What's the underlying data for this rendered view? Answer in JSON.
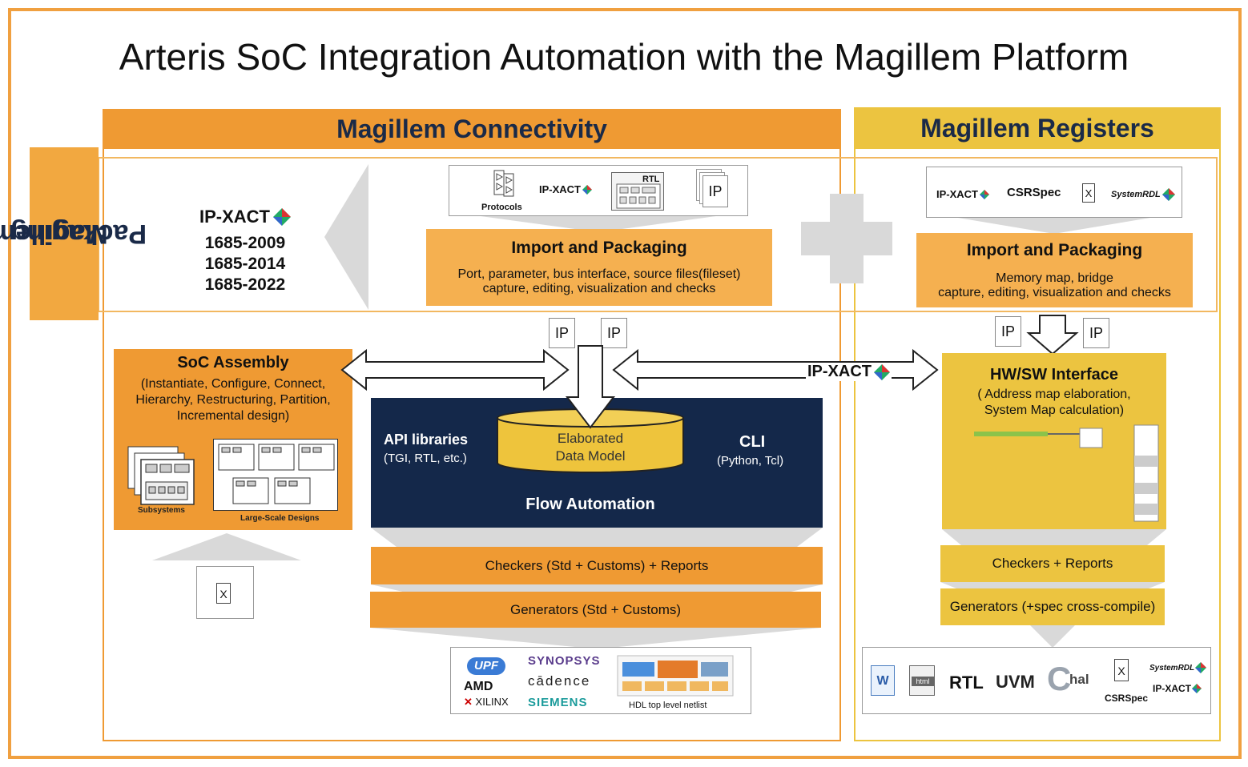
{
  "title": "Arteris SoC Integration Automation with the Magillem Platform",
  "connectivity": {
    "header": "Magillem Connectivity"
  },
  "registers": {
    "header": "Magillem Registers"
  },
  "packaging": {
    "line1": "Magillem",
    "line2": "Packaging"
  },
  "ipxact_std": {
    "logo": "IP-XACT",
    "v1": "1685-2009",
    "v2": "1685-2014",
    "v3": "1685-2022"
  },
  "conn_inputs": {
    "protocols": "Protocols",
    "ipxact": "IP-XACT",
    "rtl": "RTL",
    "ip": "IP"
  },
  "conn_import": {
    "title": "Import and Packaging",
    "line1": "Port, parameter, bus interface, source files(fileset)",
    "line2": "capture, editing, visualization and checks"
  },
  "reg_inputs": {
    "ipxact": "IP-XACT",
    "csrspec": "CSRSpec",
    "systemrdl": "SystemRDL"
  },
  "reg_import": {
    "title": "Import and Packaging",
    "line1": "Memory map, bridge",
    "line2": "capture, editing, visualization and checks"
  },
  "ip_labels": {
    "ip1": "IP",
    "ip2": "IP",
    "ip3": "IP",
    "ip4": "IP"
  },
  "soc": {
    "title": "SoC Assembly",
    "line1": "(Instantiate, Configure, Connect,",
    "line2": "Hierarchy, Restructuring, Partition,",
    "line3": "Incremental design)",
    "subsystems": "Subsystems",
    "large": "Large-Scale Designs"
  },
  "flow": {
    "api": "API libraries",
    "api_sub": "(TGI, RTL, etc.)",
    "db1": "Elaborated",
    "db2": "Data Model",
    "cli": "CLI",
    "cli_sub": "(Python, Tcl)",
    "title": "Flow Automation"
  },
  "arrow_label": "IP-XACT",
  "checkers": "Checkers (Std + Customs) + Reports",
  "generators": "Generators (Std + Customs)",
  "vendors": {
    "upf": "UPF",
    "amd": "AMD",
    "xilinx": "XILINX",
    "synopsys": "SYNOPSYS",
    "cadence": "cādence",
    "siemens": "SIEMENS",
    "hdl": "HDL top level netlist"
  },
  "hwsw": {
    "title": "HW/SW Interface",
    "line1": "( Address map elaboration,",
    "line2": "System Map calculation)"
  },
  "reg_checkers": "Checkers + Reports",
  "reg_generators": "Generators (+spec cross-compile)",
  "reg_outputs": {
    "rtl": "RTL",
    "uvm": "UVM",
    "hal": "hal",
    "csrspec": "CSRSpec",
    "systemrdl": "SystemRDL",
    "ipxact": "IP-XACT",
    "html": "html"
  }
}
